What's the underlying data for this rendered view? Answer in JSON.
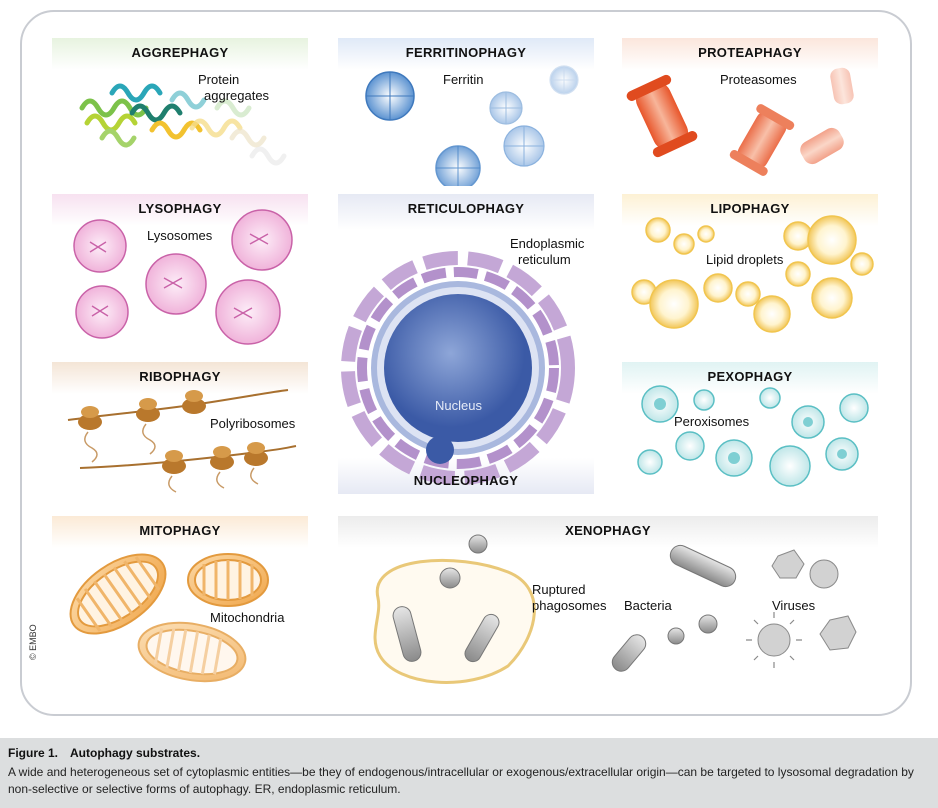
{
  "panels": {
    "aggrephagy": {
      "title": "AGGREPHAGY",
      "label1": "Protein",
      "label2": "aggregates"
    },
    "ferritinophagy": {
      "title": "FERRITINOPHAGY",
      "label": "Ferritin"
    },
    "proteaphagy": {
      "title": "PROTEAPHAGY",
      "label": "Proteasomes"
    },
    "lysophagy": {
      "title": "LYSOPHAGY",
      "label": "Lysosomes"
    },
    "reticulophagy": {
      "title": "RETICULOPHAGY",
      "label1": "Endoplasmic",
      "label2": "reticulum",
      "nucleus": "Nucleus",
      "bottom_title": "NUCLEOPHAGY"
    },
    "lipophagy": {
      "title": "LIPOPHAGY",
      "label": "Lipid droplets"
    },
    "ribophagy": {
      "title": "RIBOPHAGY",
      "label": "Polyribosomes"
    },
    "pexophagy": {
      "title": "PEXOPHAGY",
      "label": "Peroxisomes"
    },
    "mitophagy": {
      "title": "MITOPHAGY",
      "label": "Mitochondria"
    },
    "xenophagy": {
      "title": "XENOPHAGY",
      "label_ruptured1": "Ruptured",
      "label_ruptured2": "phagosomes",
      "label_bacteria": "Bacteria",
      "label_viruses": "Viruses"
    }
  },
  "credit": "© EMBO",
  "caption": {
    "figure": "Figure 1.",
    "title": "Autophagy substrates.",
    "text": "A wide and heterogeneous set of cytoplasmic entities—be they of endogenous/intracellular or exogenous/extracellular origin—can be targeted to lysosomal degradation by non-selective or selective forms of autophagy. ER, endoplasmic reticulum."
  },
  "colors": {
    "aggrephagy": "#e7f3df",
    "ferritinophagy": "#dfe9f7",
    "proteaphagy": "#fbe6dc",
    "lysophagy": "#f7e1f0",
    "reticulophagy": "#e6e9f4",
    "lipophagy": "#fdf1d4",
    "ribophagy": "#f4e5d6",
    "pexophagy": "#e0f3f3",
    "mitophagy": "#fbead6",
    "xenophagy": "#ececec"
  }
}
